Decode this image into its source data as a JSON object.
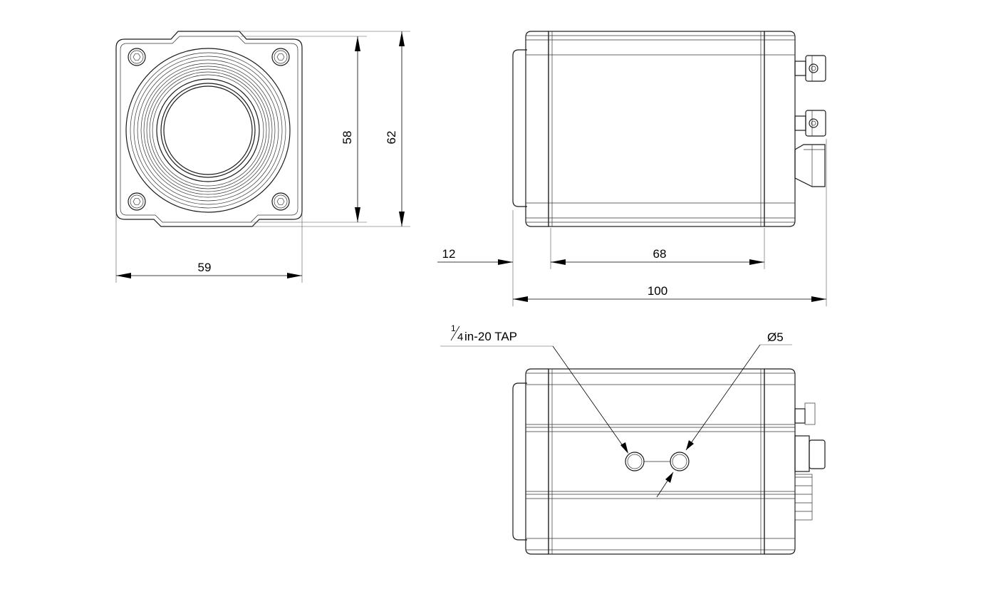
{
  "dimensions": {
    "front_height_inner": "58",
    "front_height_outer": "62",
    "front_width": "59",
    "side_front_offset": "12",
    "side_body_length": "68",
    "side_total_length": "100"
  },
  "annotations": {
    "tap_fraction_numerator": "1",
    "tap_fraction_denominator": "4",
    "tap_label": " in-20 TAP",
    "hole_diameter": "Ø5"
  }
}
